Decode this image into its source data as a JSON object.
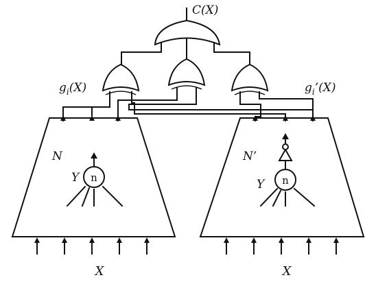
{
  "labels": {
    "output": "C(X)",
    "gate_left": "g_i(X)",
    "gate_right": "g'_i(X)",
    "network_left": "N",
    "network_right": "N’",
    "neuron_left_var": "Y",
    "neuron_right_var": "Y",
    "neuron_left": "n",
    "neuron_right": "n",
    "input_left": "X",
    "input_right": "X"
  },
  "gate_left_display": {
    "base": "g",
    "sub": "i",
    "arg": "(X)"
  },
  "gate_right_display": {
    "base": "g",
    "sub": "i",
    "arg": "’(X)"
  },
  "output_display": {
    "name": "C",
    "arg": "(X)"
  },
  "colors": {
    "line": "#111111",
    "background": "#ffffff"
  }
}
